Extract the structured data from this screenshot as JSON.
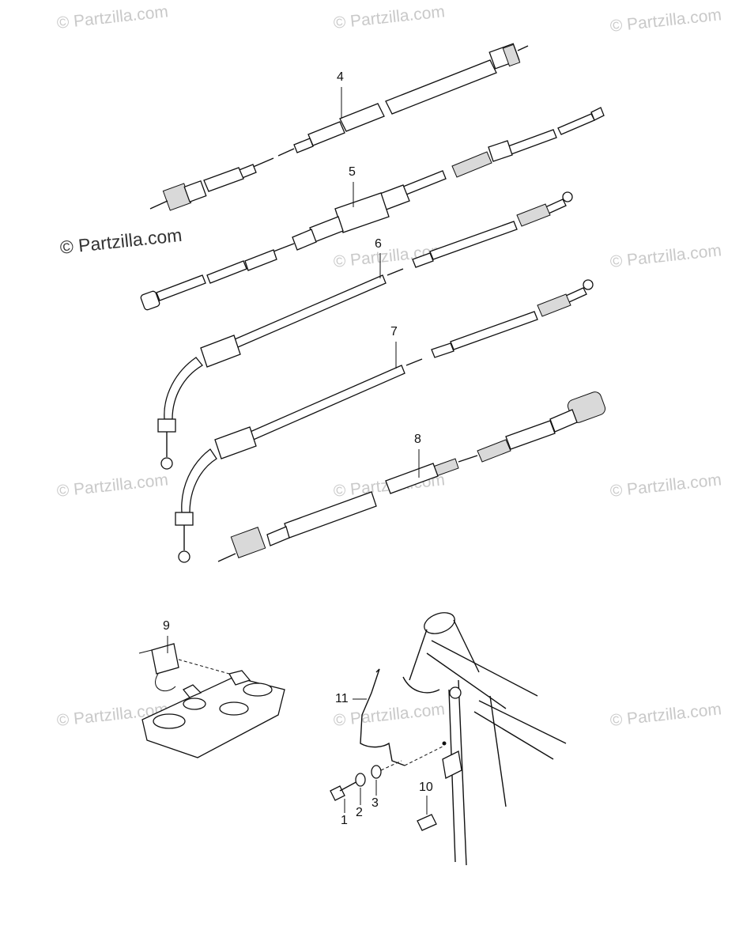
{
  "watermark": {
    "text": "© Partzilla.com"
  },
  "callouts": {
    "c1": "1",
    "c2": "2",
    "c3": "3",
    "c4": "4",
    "c5": "5",
    "c6": "6",
    "c7": "7",
    "c8": "8",
    "c9": "9",
    "c10": "10",
    "c11": "11"
  }
}
